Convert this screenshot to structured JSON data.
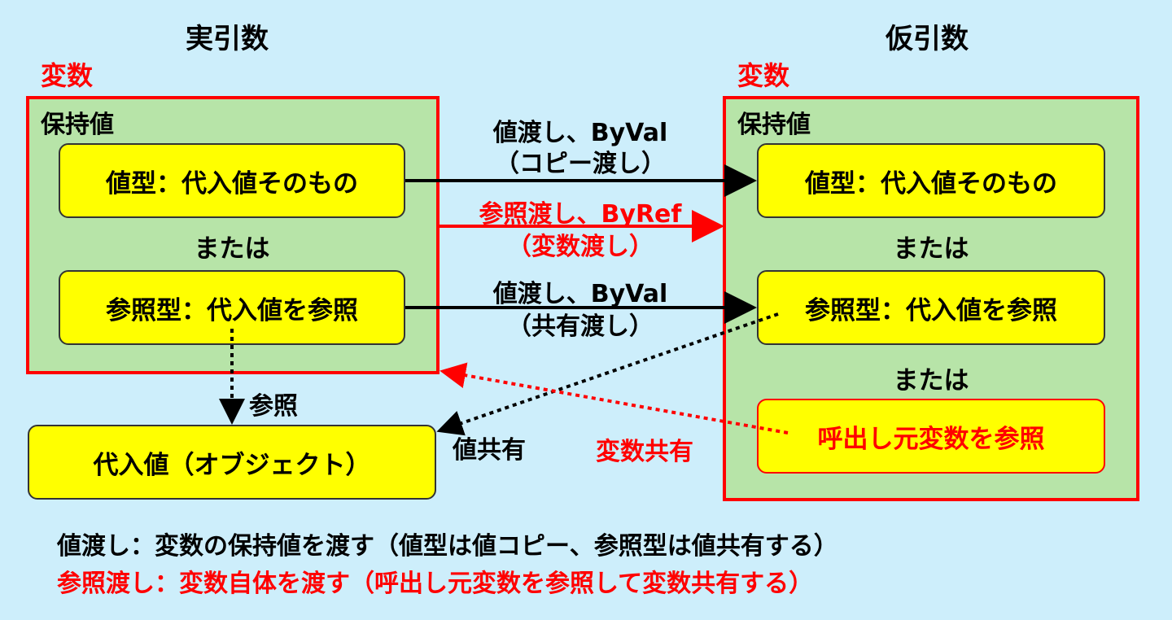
{
  "headings": {
    "actual": "実引数",
    "formal": "仮引数"
  },
  "variable_label": "変数",
  "left_var": {
    "holding": "保持値",
    "value_type": "値型：代入値そのもの",
    "or": "または",
    "ref_type": "参照型：代入値を参照"
  },
  "right_var": {
    "holding": "保持値",
    "value_type": "値型：代入値そのもの",
    "or1": "または",
    "ref_type": "参照型：代入値を参照",
    "or2": "または",
    "caller_ref": "呼出し元変数を参照"
  },
  "object_box": "代入値（オブジェクト）",
  "arrows": {
    "byval_copy_line1": "値渡し、ByVal",
    "byval_copy_line2": "（コピー渡し）",
    "byref_line1": "参照渡し、ByRef",
    "byref_line2": "（変数渡し）",
    "byval_share_line1": "値渡し、ByVal",
    "byval_share_line2": "（共有渡し）",
    "ref_label": "参照",
    "value_share": "値共有",
    "variable_share": "変数共有"
  },
  "footer": {
    "byval_note": "値渡し：変数の保持値を渡す（値型は値コピー、参照型は値共有する）",
    "byref_note": "参照渡し：変数自体を渡す（呼出し元変数を参照して変数共有する）"
  },
  "colors": {
    "background": "#cdeefb",
    "var_fill": "#b7e4a8",
    "box_fill": "#ffff00",
    "accent": "#ff0000"
  }
}
